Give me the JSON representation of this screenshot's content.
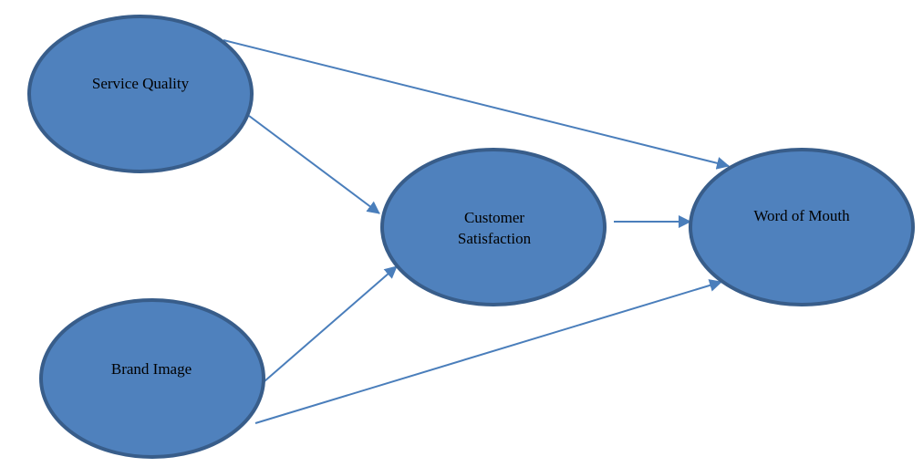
{
  "diagram": {
    "type": "path-model",
    "nodes": [
      {
        "id": "service_quality",
        "label_lines": [
          "Service Quality"
        ]
      },
      {
        "id": "brand_image",
        "label_lines": [
          "Brand Image"
        ]
      },
      {
        "id": "customer_satisfaction",
        "label_lines": [
          "Customer",
          "Satisfaction"
        ]
      },
      {
        "id": "word_of_mouth",
        "label_lines": [
          "Word of Mouth"
        ]
      }
    ],
    "edges": [
      {
        "from": "service_quality",
        "to": "word_of_mouth"
      },
      {
        "from": "service_quality",
        "to": "customer_satisfaction"
      },
      {
        "from": "brand_image",
        "to": "customer_satisfaction"
      },
      {
        "from": "brand_image",
        "to": "word_of_mouth"
      },
      {
        "from": "customer_satisfaction",
        "to": "word_of_mouth"
      }
    ],
    "colors": {
      "node_fill": "#4f81bd",
      "node_border": "#385d8a",
      "edge": "#4a7ebb",
      "text": "#000000"
    }
  }
}
